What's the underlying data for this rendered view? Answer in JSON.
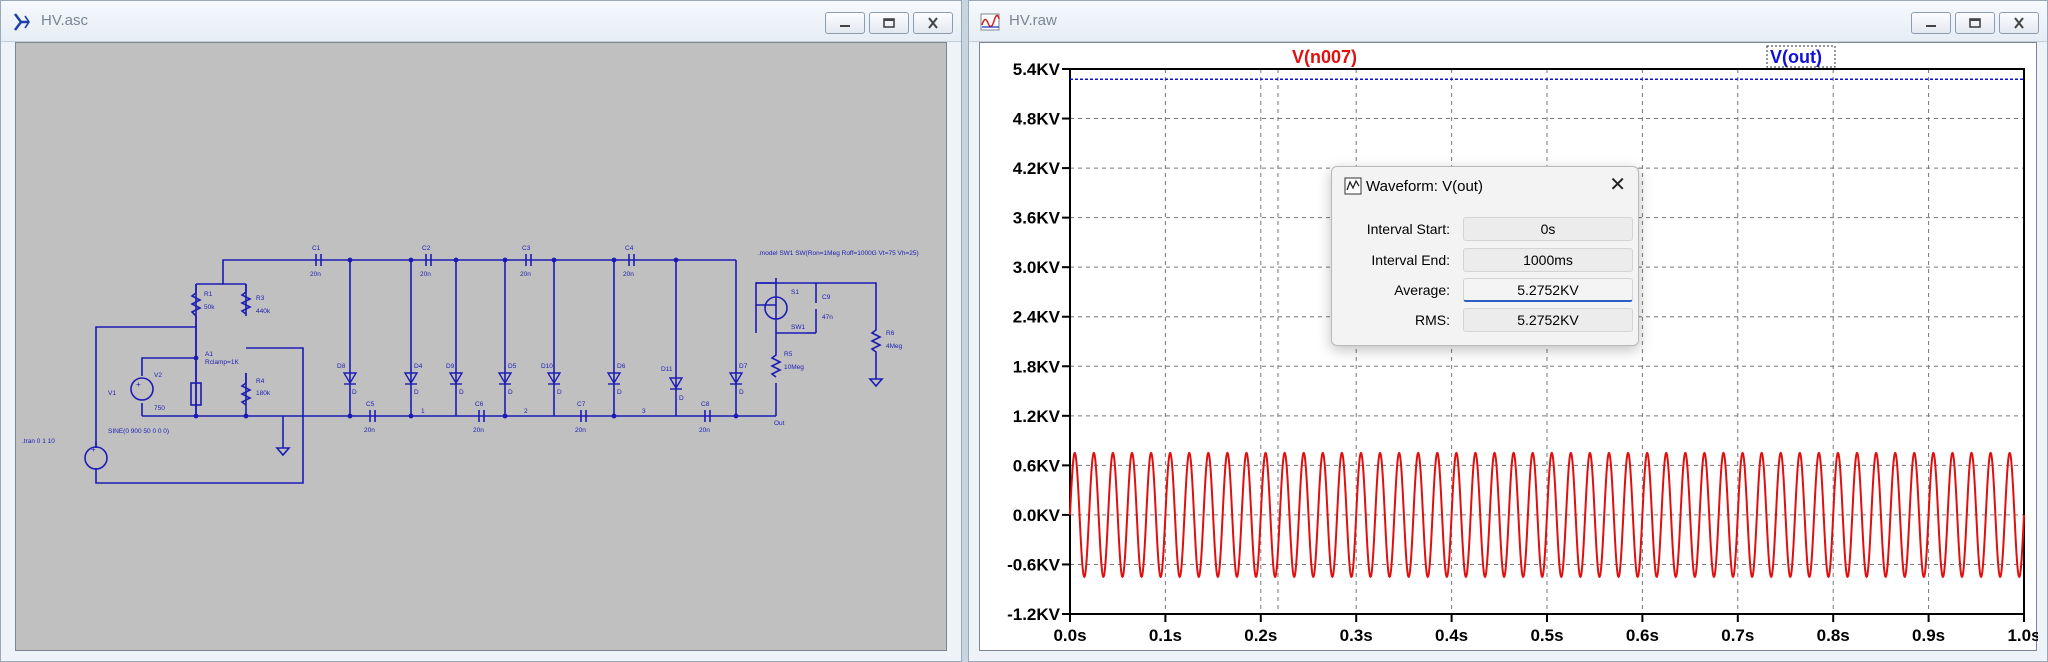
{
  "schematic_window": {
    "title": "HV.asc",
    "labels": {
      "tran": ".tran 0 1 10",
      "model": ".model SW1 SW(Ron=1Meg Roff=1000G Vt=75 Vh=25)",
      "v1_name": "V1",
      "v1_value": "SINE(0 900 50 0 0 0)",
      "v2_name": "V2",
      "v2_value": "750",
      "a1_name": "A1",
      "a1_value": "Rclamp=1K",
      "r1_name": "R1",
      "r1_value": "50k",
      "r3_name": "R3",
      "r3_value": "440k",
      "r4_name": "R4",
      "r4_value": "180k",
      "r5_name": "R5",
      "r5_value": "10Meg",
      "r6_name": "R6",
      "r6_value": "4Meg",
      "s1_name": "S1",
      "s1_model": "SW1",
      "c9_name": "C9",
      "c9_value": "47n",
      "c_value": "20n",
      "d_value": "D",
      "node_1": "1",
      "node_2": "2",
      "node_3": "3",
      "node_out": "Out"
    },
    "top_caps": [
      "C1",
      "C2",
      "C3",
      "C4"
    ],
    "bottom_caps": [
      "C5",
      "C6",
      "C7",
      "C8"
    ],
    "diodes": [
      "D8",
      "D4",
      "D9",
      "D5",
      "D10",
      "D6",
      "D11",
      "D7"
    ]
  },
  "waveform_window": {
    "title": "HV.raw"
  },
  "chart_data": {
    "type": "line",
    "title": "",
    "xlabel": "",
    "ylabel": "",
    "x_unit": "s",
    "y_unit": "KV",
    "xlim": [
      0.0,
      1.0
    ],
    "ylim": [
      -1.2,
      5.4
    ],
    "x_ticks": [
      "0.0s",
      "0.1s",
      "0.2s",
      "0.3s",
      "0.4s",
      "0.5s",
      "0.6s",
      "0.7s",
      "0.8s",
      "0.9s",
      "1.0s"
    ],
    "y_ticks": [
      "5.4KV",
      "4.8KV",
      "4.2KV",
      "3.6KV",
      "3.0KV",
      "2.4KV",
      "1.8KV",
      "1.2KV",
      "0.6KV",
      "0.0KV",
      "-0.6KV",
      "-1.2KV"
    ],
    "grid": true,
    "series": [
      {
        "name": "V(n007)",
        "color": "#e01010",
        "kind": "sine",
        "amplitude": 0.75,
        "offset": 0.0,
        "frequency_hz": 50
      },
      {
        "name": "V(out)",
        "color": "#1010d8",
        "kind": "constant",
        "value": 5.2752,
        "selected": true
      }
    ]
  },
  "waveform_dialog": {
    "title": "Waveform: V(out)",
    "rows": [
      {
        "label": "Interval Start:",
        "value": "0s"
      },
      {
        "label": "Interval End:",
        "value": "1000ms"
      },
      {
        "label": "Average:",
        "value": "5.2752KV"
      },
      {
        "label": "RMS:",
        "value": "5.2752KV"
      }
    ]
  }
}
